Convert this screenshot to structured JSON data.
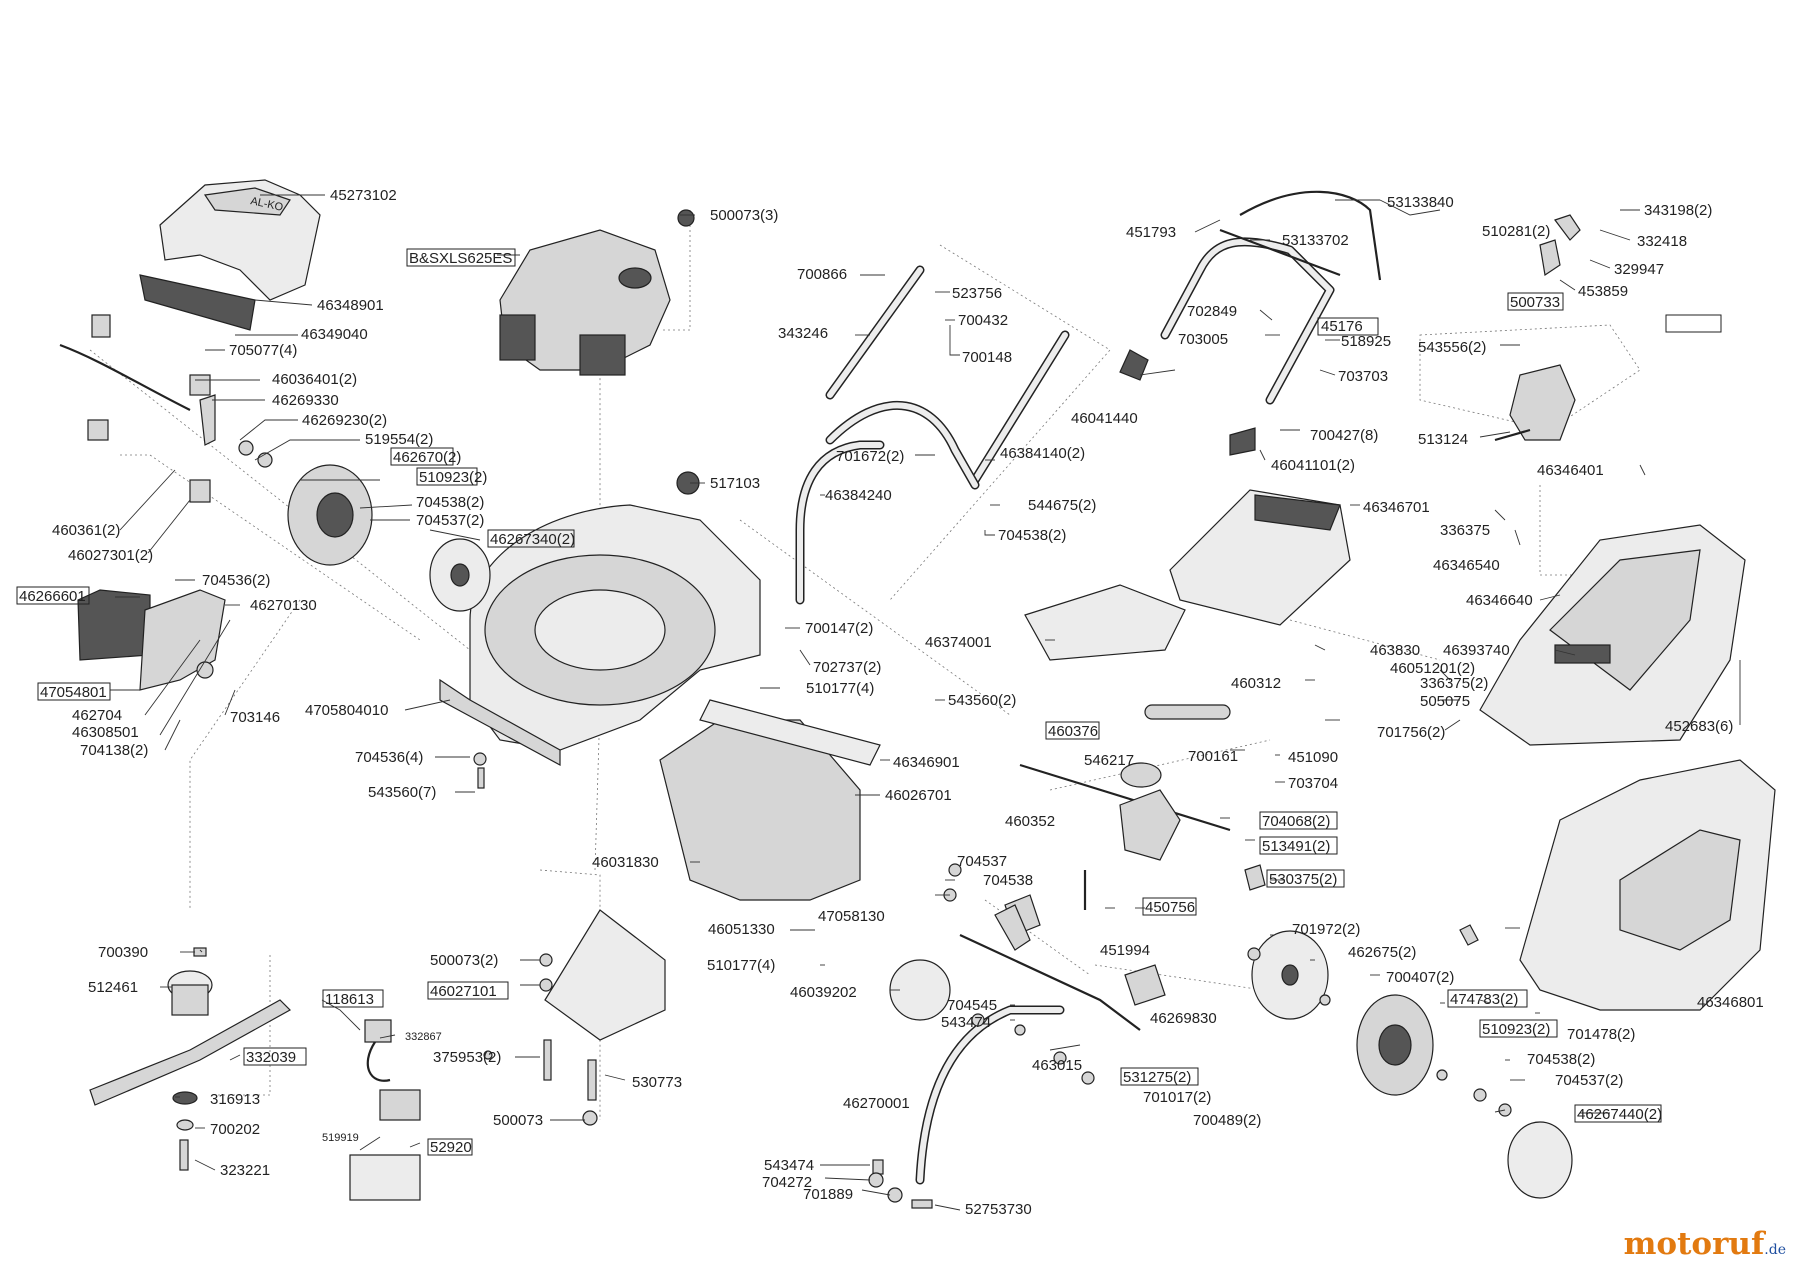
{
  "labels": {
    "l45273102": "45273102",
    "l46348901": "46348901",
    "l46349040": "46349040",
    "l705077_4": "705077(4)",
    "l46036401_2": "46036401(2)",
    "l46269330": "46269330",
    "l46269230_2": "46269230(2)",
    "l519554_2": "519554(2)",
    "l462670_2": "462670(2)",
    "l510923_2a": "510923(2)",
    "l704538_2a": "704538(2)",
    "l704537_2a": "704537(2)",
    "l46267340_2": "46267340(2)",
    "l460361_2": "460361(2)",
    "l46027301_2": "46027301(2)",
    "l704536_2": "704536(2)",
    "l46266601": "46266601",
    "l46270130": "46270130",
    "l47054801": "47054801",
    "l462704": "462704",
    "l46308501": "46308501",
    "l704138_2": "704138(2)",
    "l703146": "703146",
    "l4705804010": "4705804010",
    "l704536_4": "704536(4)",
    "l543560_7": "543560(7)",
    "lBS": "B&SXLS625ES",
    "l500073_3": "500073(3)",
    "l517103": "517103",
    "l700866": "700866",
    "l523756": "523756",
    "l700432": "700432",
    "l343246": "343246",
    "l700148": "700148",
    "l701672_2": "701672(2)",
    "l46384140_2": "46384140(2)",
    "l46384240": "46384240",
    "l544675_2": "544675(2)",
    "l704538_2b": "704538(2)",
    "l700147_2": "700147(2)",
    "l702737_2": "702737(2)",
    "l510177_4a": "510177(4)",
    "l543560_2": "543560(2)",
    "l46346901": "46346901",
    "l46026701": "46026701",
    "l46031830": "46031830",
    "l46051330": "46051330",
    "l47058130": "47058130",
    "l510177_4b": "510177(4)",
    "l46039202": "46039202",
    "l704537": "704537",
    "l704538": "704538",
    "l704545": "704545",
    "l543474a": "543474",
    "l46374001": "46374001",
    "l53133840": "53133840",
    "l451793": "451793",
    "l53133702": "53133702",
    "l702849": "702849",
    "l45176_2": "45176",
    "l703005": "703005",
    "l518925": "518925",
    "l703703": "703703",
    "l46041440": "46041440",
    "l700427_8": "700427(8)",
    "l46041101_2": "46041101(2)",
    "l46346701": "46346701",
    "l463830": "463830",
    "l460312": "460312",
    "l460376": "460376",
    "l546217": "546217",
    "l700161": "700161",
    "l451090": "451090",
    "l703704": "703704",
    "l460352": "460352",
    "l704068_2": "704068(2)",
    "l513491_2": "513491(2)",
    "l530375_2": "530375(2)",
    "l450756": "450756",
    "l451994": "451994",
    "l46269830": "46269830",
    "l463015": "463015",
    "l531275_2": "531275(2)",
    "l701017_2": "701017(2)",
    "l700489_2": "700489(2)",
    "l46270001": "46270001",
    "l543474b": "543474",
    "l704272": "704272",
    "l701889": "701889",
    "l52753730": "52753730",
    "l510281_2": "510281(2)",
    "l343198_2": "343198(2)",
    "l332418": "332418",
    "l329947": "329947",
    "l453859": "453859",
    "l500733": "500733",
    "l543556_2": "543556(2)",
    "l513124": "513124",
    "l46346401": "46346401",
    "l336375": "336375",
    "l46346540": "46346540",
    "l46346640": "46346640",
    "l46393740": "46393740",
    "l46051201_2": "46051201(2)",
    "l336375_2": "336375(2)",
    "l505075": "505075",
    "l701756_2": "701756(2)",
    "l452683_6": "452683(6)",
    "l701972_2": "701972(2)",
    "l462675_2": "462675(2)",
    "l700407_2": "700407(2)",
    "l474783_2": "474783(2)",
    "l510923_2b": "510923(2)",
    "l701478_2": "701478(2)",
    "l704538_2c": "704538(2)",
    "l704537_2b": "704537(2)",
    "l46267440_2": "46267440(2)",
    "l46346801": "46346801",
    "l700390": "700390",
    "l512461": "512461",
    "l118613": "118613",
    "l332867": "332867",
    "l332039": "332039",
    "l316913": "316913",
    "l700202": "700202",
    "l323221": "323221",
    "l519919": "519919",
    "l52920": "52920",
    "l500073_2": "500073(2)",
    "l46027101": "46027101",
    "l375953_2": "375953(2)",
    "l530773": "530773",
    "l500073": "500073"
  },
  "decal": "AL-KO",
  "brand": {
    "main": "motoruf",
    "suffix": ".de",
    "accent_color": "#e27a10",
    "color": "#1f4fa0"
  }
}
